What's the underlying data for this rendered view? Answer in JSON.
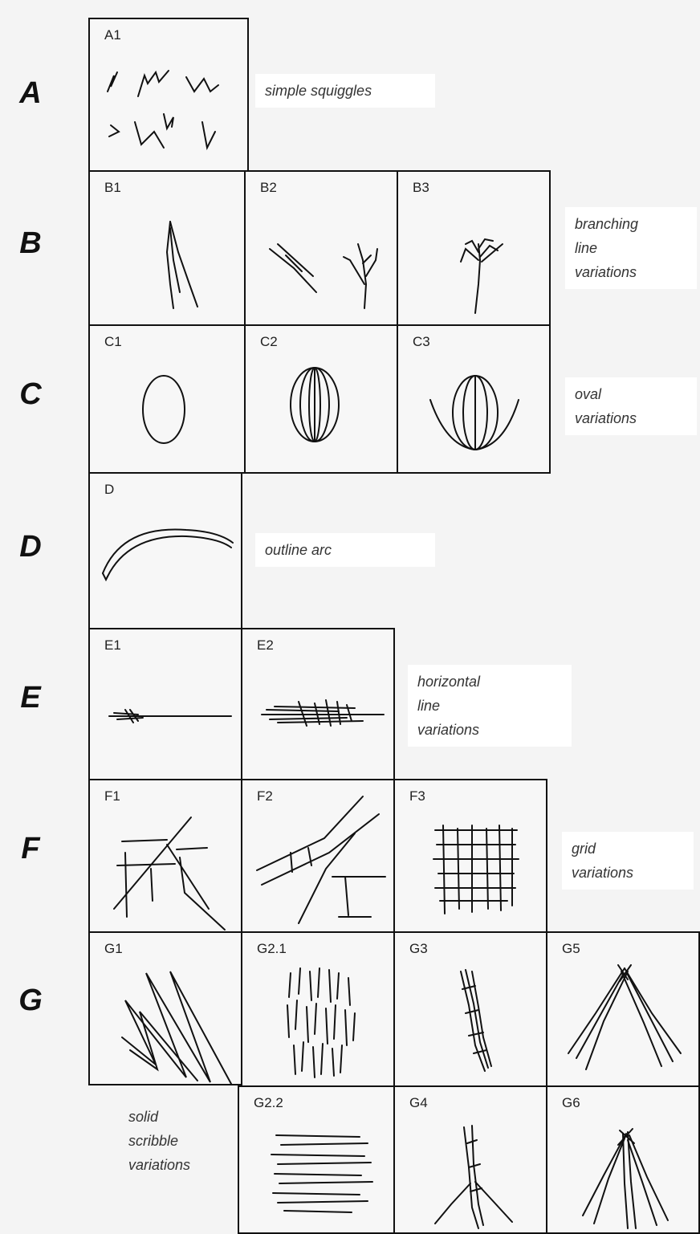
{
  "rows": [
    {
      "letter": "A",
      "description": [
        "simple squiggles"
      ],
      "cells": [
        "A1"
      ]
    },
    {
      "letter": "B",
      "description": [
        "branching",
        "line",
        "variations"
      ],
      "cells": [
        "B1",
        "B2",
        "B3"
      ]
    },
    {
      "letter": "C",
      "description": [
        "oval",
        "variations"
      ],
      "cells": [
        "C1",
        "C2",
        "C3"
      ]
    },
    {
      "letter": "D",
      "description": [
        "outline arc"
      ],
      "cells": [
        "D"
      ]
    },
    {
      "letter": "E",
      "description": [
        "horizontal",
        "line",
        "variations"
      ],
      "cells": [
        "E1",
        "E2"
      ]
    },
    {
      "letter": "F",
      "description": [
        "grid",
        "variations"
      ],
      "cells": [
        "F1",
        "F2",
        "F3"
      ]
    },
    {
      "letter": "G",
      "description": [
        "solid",
        "scribble",
        "variations"
      ],
      "cells": [
        "G1",
        "G2.1",
        "G3",
        "G5",
        "G2.2",
        "G4",
        "G6"
      ]
    }
  ]
}
